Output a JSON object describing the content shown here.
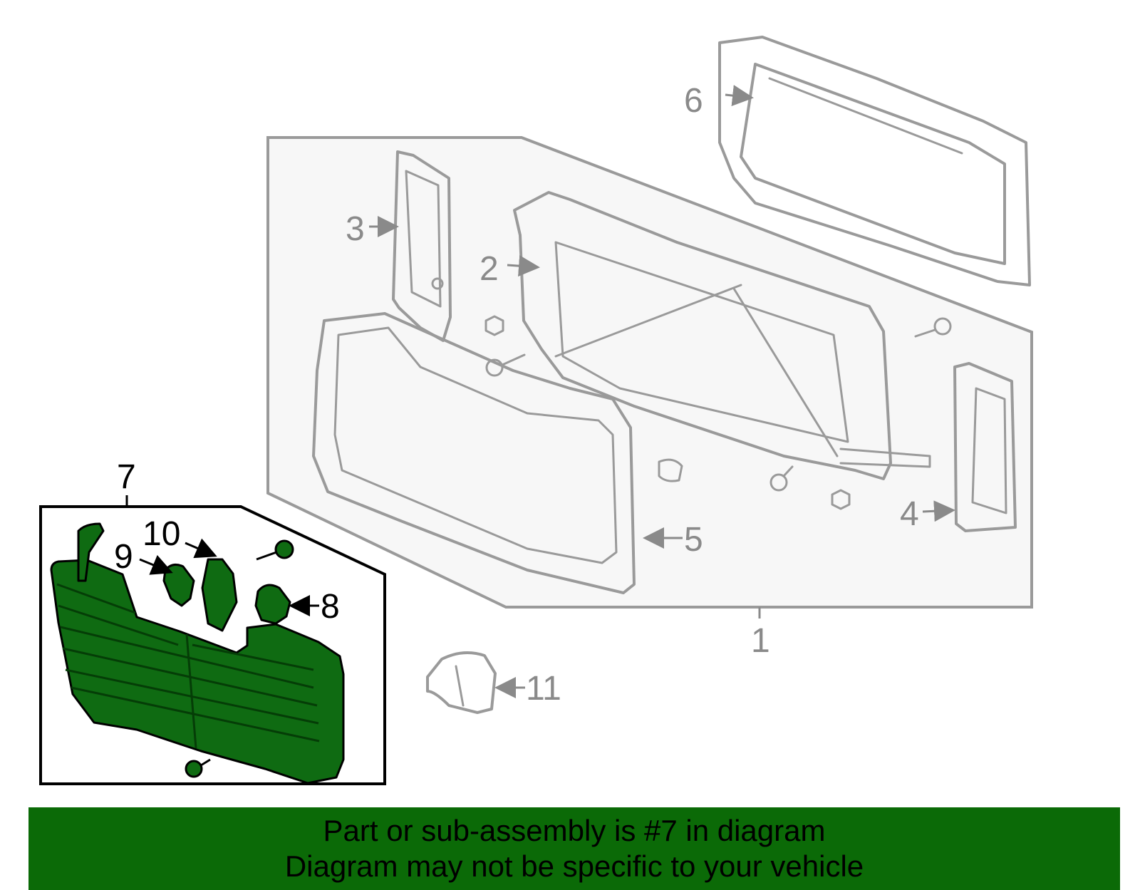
{
  "callouts": {
    "c1": "1",
    "c2": "2",
    "c3": "3",
    "c4": "4",
    "c5": "5",
    "c6": "6",
    "c7": "7",
    "c8": "8",
    "c9": "9",
    "c10": "10",
    "c11": "11"
  },
  "banner": {
    "line1": "Part or sub-assembly is #7 in diagram",
    "line2": "Diagram may not be specific to your vehicle"
  },
  "colors": {
    "highlight": "#0f6b12",
    "banner": "#0b6a07",
    "outline": "#9a9a9a"
  }
}
